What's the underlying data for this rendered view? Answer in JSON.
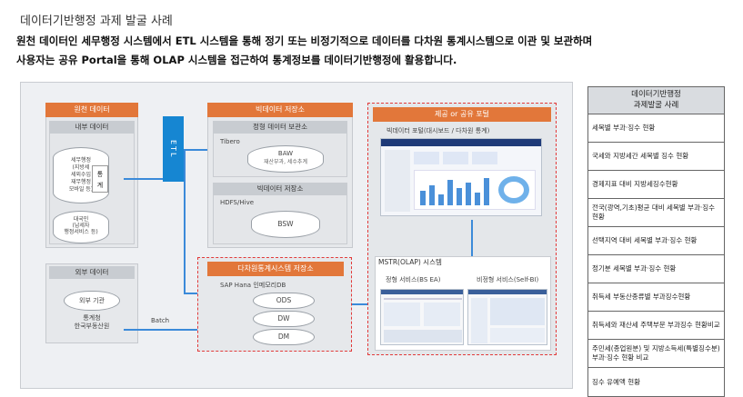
{
  "header": {
    "title": "데이터기반행정 과제 발굴 사례",
    "line1": "원천 데이터인 세무행정 시스템에서 ETL 시스템을 통해 정기 또는 비정기적으로 데이터를 다차원 통계시스템으로 이관 및 보관하며",
    "line2": "사용자는 공유 Portal을 통해 OLAP 시스템을 접근하여 통계정보를 데이터기반행정에 활용합니다."
  },
  "source": {
    "title": "원천 데이터",
    "internal": {
      "title": "내부 데이터",
      "tax_system": "세무행정\n(지방세\n세외수입\n재무행정\n모바일 등)",
      "stats_label": "통\n계",
      "cyl2": "대국민\n(납세자\n행정서비스 등)"
    },
    "external": {
      "title": "외부 데이터",
      "org": "외부 기관",
      "org_sub": "통계청\n한국부동산원"
    }
  },
  "etl_label": "ETL",
  "batch_label": "Batch",
  "bigdata": {
    "title": "빅데이터 저장소",
    "unstructured": {
      "title": "정형 데이터 보관소",
      "product": "Tibero",
      "db": "BAW",
      "db_sub": "재산부과, 세수추계"
    },
    "store": {
      "title": "빅데이터 저장소",
      "product": "HDFS/Hive",
      "db": "BSW"
    },
    "multidim": {
      "title": "다차원통계시스템 저장소",
      "product": "SAP Hana 인메모리DB",
      "dbs": [
        "ODS",
        "DW",
        "DM"
      ]
    }
  },
  "portal": {
    "title": "제공 or 공유 포털",
    "portal_caption": "빅데이터 포털(대시보드 / 다차원 통계)",
    "mstr_title": "MSTR(OLAP) 시스템",
    "regular": "정형 서비스(BS EA)",
    "adhoc": "비정형 서비스(Self-BI)"
  },
  "table": {
    "header": "데이터기반행정\n과제발굴 사례",
    "rows": [
      "세목별 부과·징수 현황",
      "국세와 지방세간 세목별 징수 현황",
      "경제지표 대비 지방세징수현황",
      "전국(광역,기초)평균 대비 세목별 부과·징수 현황",
      "선택지역 대비 세목별 부과·징수 현황",
      "정기분 세목별 부과·징수 현황",
      "취득세 부동산종류별 부과징수현황",
      "취득세와 재산세 주택부문 부과징수 현황비교",
      "주민세(종업원분) 및 지방소득세(특별징수분) 부과·징수 현황 비교",
      "징수 유예액 현황"
    ]
  },
  "colors": {
    "orange": "#e2773a",
    "etl_blue": "#1686d2",
    "portal_header": "#e2773a"
  }
}
